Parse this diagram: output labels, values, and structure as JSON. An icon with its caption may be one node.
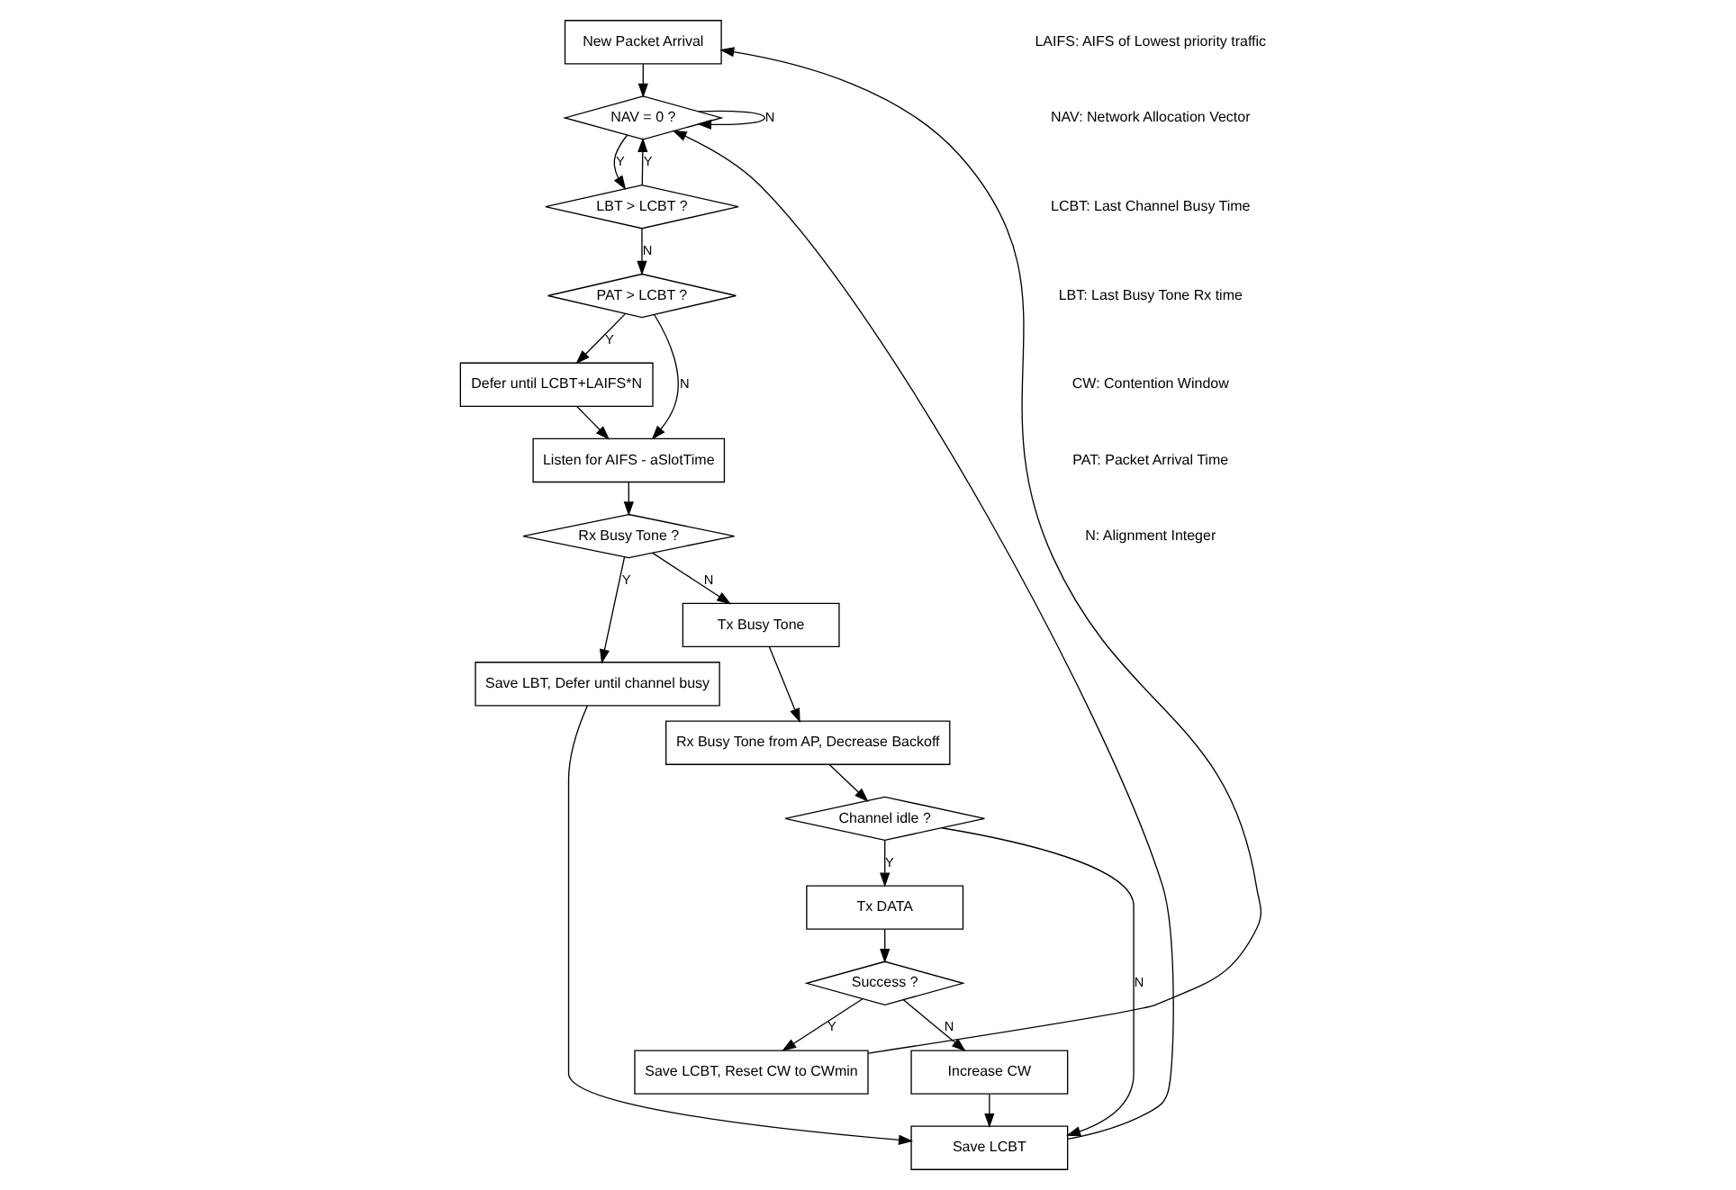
{
  "diagram": {
    "nodes": [
      {
        "text": [
          "New Packet Arrival"
        ]
      },
      {
        "text": [
          "NAV = 0 ?"
        ]
      },
      {
        "text": [
          "LBT > LCBT ?"
        ]
      },
      {
        "text": [
          "PAT > LCBT ?"
        ]
      },
      {
        "text": [
          "Defer until LCBT+LAIFS*N"
        ]
      },
      {
        "text": [
          "Listen for AIFS - aSlotTime"
        ]
      },
      {
        "text": [
          "Rx Busy Tone ?"
        ]
      },
      {
        "text": [
          "Save LBT, Defer until channel busy"
        ]
      },
      {
        "text": [
          "Tx Busy Tone"
        ]
      },
      {
        "text": [
          "Rx Busy Tone from AP, Decrease Backoff"
        ]
      },
      {
        "text": [
          "Channel idle ?"
        ]
      },
      {
        "text": [
          "Tx DATA"
        ]
      },
      {
        "text": [
          "Save LCBT"
        ]
      },
      {
        "text": [
          "Success ?"
        ]
      },
      {
        "text": [
          "Save LCBT, Reset CW to CWmin"
        ]
      },
      {
        "text": [
          "Increase CW"
        ]
      }
    ],
    "edges": [
      {
        "from": 0,
        "to": 1,
        "arrow": "to"
      },
      {
        "from": 1,
        "to": 1,
        "arrow": "to",
        "label": "N"
      },
      {
        "from": 1,
        "to": 2,
        "arrow": "to",
        "label": "Y"
      },
      {
        "from": 2,
        "to": 1,
        "arrow": "to",
        "label": "Y"
      },
      {
        "from": 2,
        "to": 3,
        "arrow": "to",
        "label": "N"
      },
      {
        "from": 3,
        "to": 4,
        "arrow": "to",
        "label": "Y"
      },
      {
        "from": 3,
        "to": 5,
        "arrow": "to",
        "label": "N"
      },
      {
        "from": 4,
        "to": 5,
        "arrow": "to"
      },
      {
        "from": 5,
        "to": 6,
        "arrow": "to"
      },
      {
        "from": 6,
        "to": 7,
        "arrow": "to",
        "label": "Y"
      },
      {
        "from": 6,
        "to": 8,
        "arrow": "to",
        "label": "N"
      },
      {
        "from": 7,
        "to": 12,
        "arrow": "to"
      },
      {
        "from": 8,
        "to": 9,
        "arrow": "to"
      },
      {
        "from": 9,
        "to": 10,
        "arrow": "to"
      },
      {
        "from": 10,
        "to": 11,
        "arrow": "to",
        "label": "Y"
      },
      {
        "from": 10,
        "to": 12,
        "arrow": "to",
        "label": "N"
      },
      {
        "from": 11,
        "to": 13,
        "arrow": "to"
      },
      {
        "from": 13,
        "to": 14,
        "arrow": "to",
        "label": "Y"
      },
      {
        "from": 13,
        "to": 15,
        "arrow": "to",
        "label": "N"
      },
      {
        "from": 15,
        "to": 12,
        "arrow": "to"
      },
      {
        "from": 12,
        "to": 1,
        "arrow": "to"
      },
      {
        "from": 14,
        "to": 0,
        "arrow": "to"
      }
    ],
    "labels": [
      "LAIFS: AIFS of Lowest priority traffic",
      "NAV: Network Allocation Vector",
      "LCBT: Last Channel Busy Time",
      "LBT: Last Busy Tone Rx time",
      "CW: Contention Window",
      "PAT: Packet Arrival Time",
      "N: Alignment Integer"
    ]
  }
}
